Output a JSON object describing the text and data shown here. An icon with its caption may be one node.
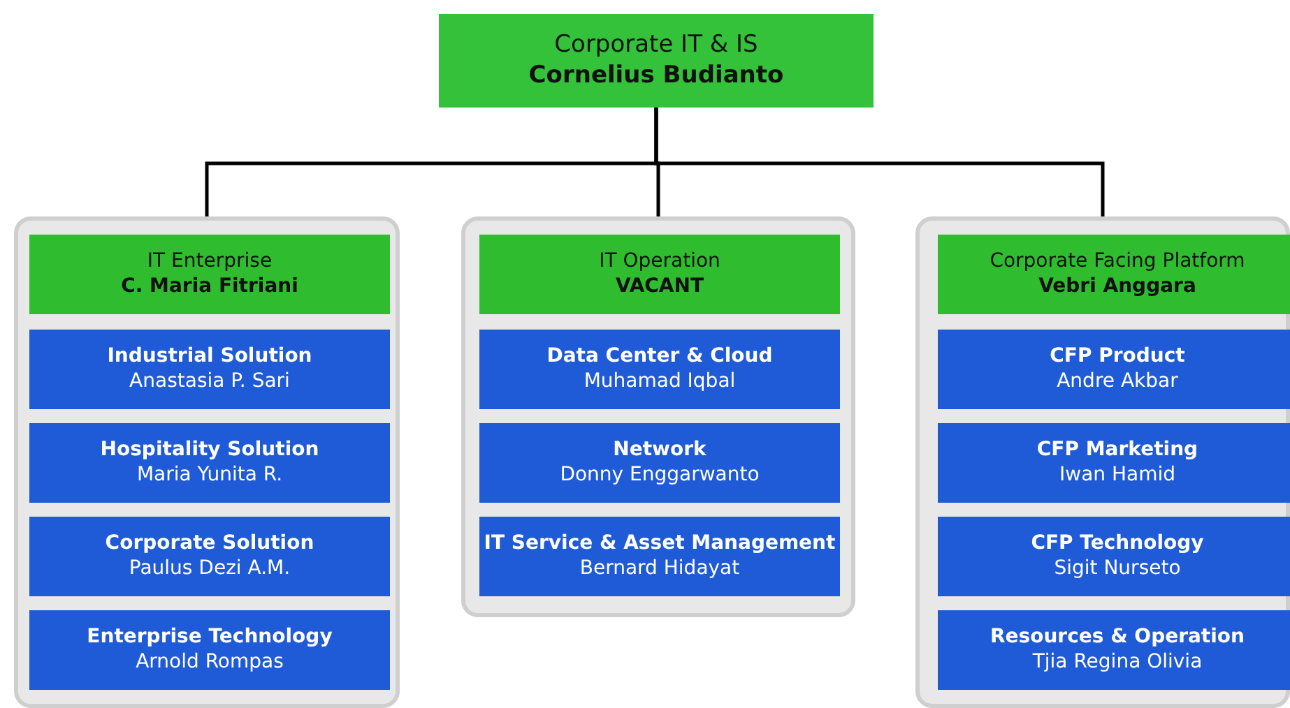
{
  "diagram": {
    "nodes": [
      {
        "text": [
          "Corporate IT & IS",
          "Cornelius Budianto"
        ]
      },
      {
        "text": [],
        "shape": "box"
      },
      {
        "text": [
          "IT Enterprise",
          "C. Maria Fitriani"
        ],
        "in": 1
      },
      {
        "text": [
          "Industrial Solution",
          "Anastasia P. Sari"
        ],
        "in": 1
      },
      {
        "text": [
          "Hospitality Solution",
          "Maria Yunita R."
        ],
        "in": 1
      },
      {
        "text": [
          "Corporate Solution",
          "Paulus Dezi A.M."
        ],
        "in": 1
      },
      {
        "text": [
          "Enterprise Technology",
          "Arnold Rompas"
        ],
        "in": 1
      },
      {
        "text": [],
        "shape": "box"
      },
      {
        "text": [
          "IT Operation",
          "VACANT"
        ],
        "in": 7
      },
      {
        "text": [
          "Data Center & Cloud",
          "Muhamad Iqbal"
        ],
        "in": 7
      },
      {
        "text": [
          "Network",
          "Donny Enggarwanto"
        ],
        "in": 7
      },
      {
        "text": [
          "IT Service & Asset Management",
          "Bernard Hidayat"
        ],
        "in": 7
      },
      {
        "text": [],
        "shape": "box"
      },
      {
        "text": [
          "Corporate Facing Platform",
          "Vebri Anggara"
        ],
        "in": 12
      },
      {
        "text": [
          "CFP Product",
          "Andre Akbar"
        ],
        "in": 12
      },
      {
        "text": [
          "CFP Marketing",
          "Iwan Hamid"
        ],
        "in": 12
      },
      {
        "text": [
          "CFP Technology",
          "Sigit Nurseto"
        ],
        "in": 12
      },
      {
        "text": [
          "Resources & Operation",
          "Tjia Regina Olivia"
        ],
        "in": 12
      }
    ],
    "edges": [
      {
        "from": 0,
        "to": 1,
        "arrow": "none"
      },
      {
        "from": 0,
        "to": 7,
        "arrow": "none"
      },
      {
        "from": 0,
        "to": 12,
        "arrow": "none"
      }
    ]
  }
}
